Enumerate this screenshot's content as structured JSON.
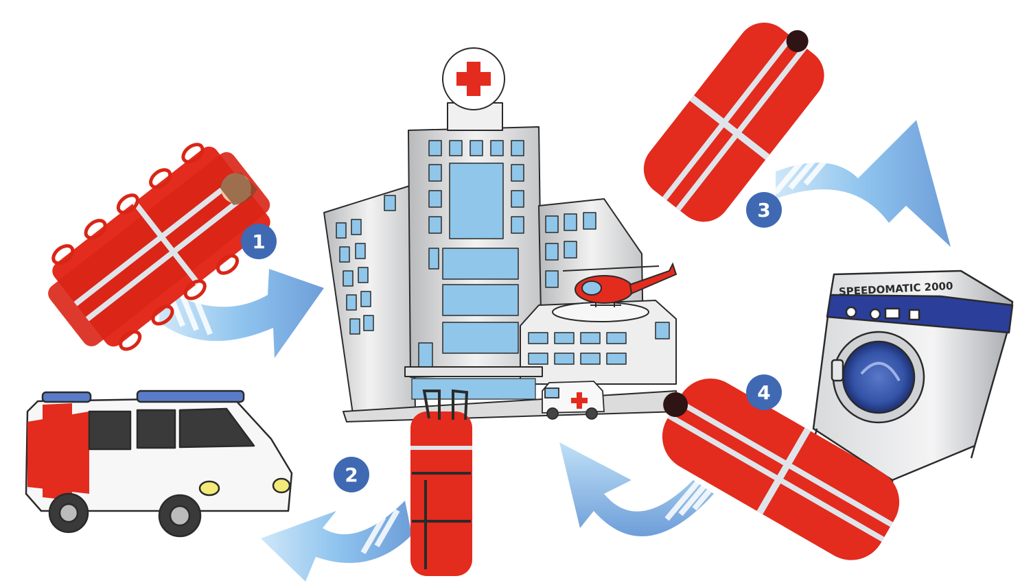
{
  "steps": [
    {
      "number": "1"
    },
    {
      "number": "2"
    },
    {
      "number": "3"
    },
    {
      "number": "4"
    }
  ],
  "washer": {
    "brand_text": "SPEEDOMATIC 2000"
  },
  "colors": {
    "bag_red": "#e32b1e",
    "reflective_stripe": "#dfe4ea",
    "step_badge": "#3f69b3",
    "arrow_light": "#a8d4f2",
    "arrow_blue": "#6e9ed9",
    "building_window": "#8fc6e9",
    "washer_band": "#2b3e9a"
  },
  "icons": [
    "rescue-bag-flat-icon",
    "hospital-building-icon",
    "helicopter-icon",
    "ambulance-icon",
    "rolled-bag-icon",
    "washing-machine-icon",
    "curved-arrow-icon"
  ]
}
